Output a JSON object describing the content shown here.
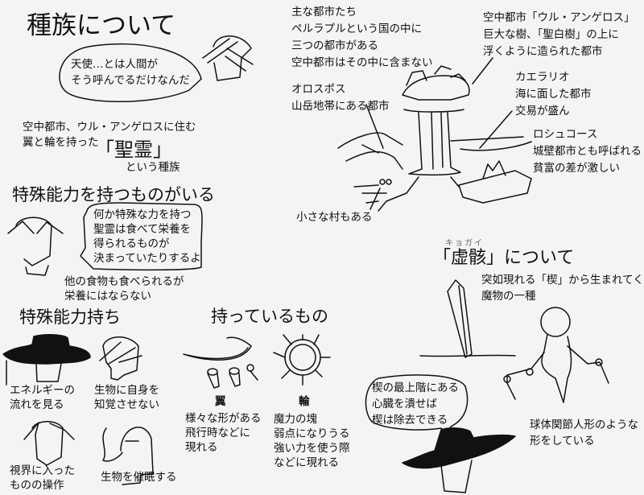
{
  "species": {
    "title": "種族について",
    "speech": [
      "天使…とは人間が",
      "そう呼んでるだけなんだ"
    ],
    "intro_line1": "空中都市、ウル・アンゲロスに住む",
    "intro_line2": "翼と輪を持った",
    "name": "「聖霊」",
    "intro_line3": "という種族"
  },
  "special": {
    "title": "特殊能力を持つものがいる",
    "speech": [
      "何か特殊な力を持つ",
      "聖霊は食べて栄養を",
      "得られるものが",
      "決まっていたりするよ"
    ],
    "note": [
      "他の食物も食べられるが",
      "栄養にはならない"
    ]
  },
  "abilities": {
    "title": "特殊能力持ち",
    "items": [
      {
        "lines": [
          "エネルギーの",
          "流れを見る"
        ]
      },
      {
        "lines": [
          "生物に自身を",
          "知覚させない"
        ]
      },
      {
        "lines": [
          "視界に入った",
          "ものの操作"
        ]
      },
      {
        "lines": [
          "生物を催眠する"
        ]
      }
    ]
  },
  "possessions": {
    "title": "持っているもの",
    "wings": {
      "label": "翼",
      "lines": [
        "様々な形がある",
        "飛行時などに",
        "現れる"
      ]
    },
    "ring": {
      "label": "輪",
      "lines": [
        "魔力の塊",
        "弱点になりうる",
        "強い力を使う際",
        "などに現れる"
      ]
    }
  },
  "cities": {
    "intro": [
      "主な都市たち",
      "ペルラプルという国の中に",
      "三つの都市がある",
      "空中都市はその中に含まない"
    ],
    "sky": [
      "空中都市「ウル・アンゲロス」",
      "巨大な樹、「聖白樹」の上に",
      "浮くように造られた都市"
    ],
    "orospos": [
      "オロスポス",
      "山岳地帯にある都市"
    ],
    "caelario": [
      "カエラリオ",
      "海に面した都市",
      "交易が盛ん"
    ],
    "roshukos": [
      "ロシュコース",
      "城壁都市とも呼ばれる",
      "貧富の差が激しい"
    ],
    "village": "小さな村もある"
  },
  "kyogai": {
    "ruby": "キョガイ",
    "title": "「虚骸」について",
    "desc": [
      "突如現れる「楔」から生まれてくる",
      "魔物の一種"
    ],
    "speech": [
      "楔の最上階にある",
      "心臓を潰せば",
      "楔は除去できる"
    ],
    "shape": [
      "球体関節人形のような",
      "形をしている"
    ]
  }
}
